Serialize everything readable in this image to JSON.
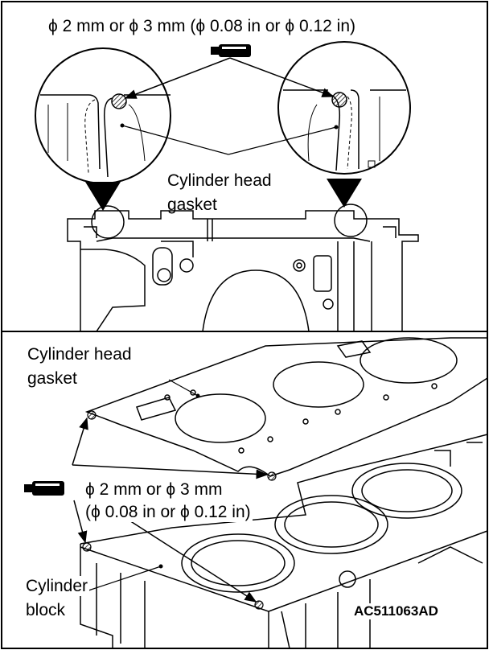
{
  "top_panel": {
    "sealant_spec": "ϕ 2 mm or ϕ 3 mm (ϕ 0.08 in or ϕ 0.12 in)",
    "gasket_label_line1": "Cylinder head",
    "gasket_label_line2": "gasket"
  },
  "bottom_panel": {
    "gasket_label_line1": "Cylinder head",
    "gasket_label_line2": "gasket",
    "sealant_spec_line1": "ϕ 2 mm or ϕ 3 mm",
    "sealant_spec_line2": "(ϕ 0.08 in or ϕ 0.12 in)",
    "block_label_line1": "Cylinder",
    "block_label_line2": "block",
    "figure_code": "AC511063AD"
  },
  "icons": [
    "sealant-tube-icon",
    "sealant-tube-icon"
  ],
  "colors": {
    "line": "#000000",
    "background": "#ffffff"
  }
}
